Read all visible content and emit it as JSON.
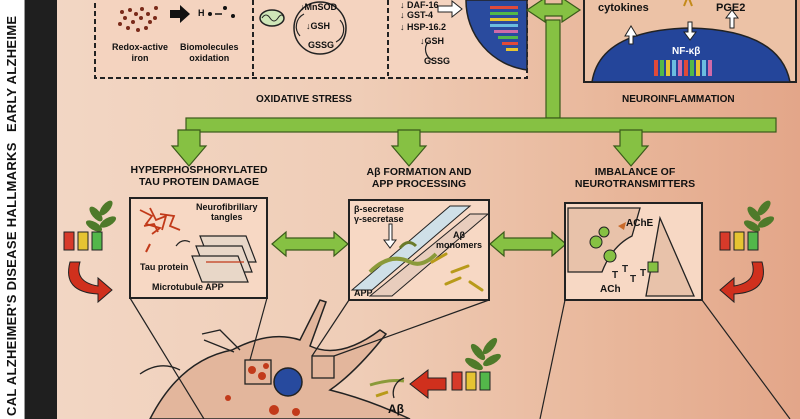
{
  "sidebar": {
    "early_label": "EARLY ALZHEIME",
    "hallmarks_label": "CAL ALZHEIMER'S DISEASE HALLMARKS"
  },
  "oxidative": {
    "title": "OXIDATIVE STRESS",
    "redox": "Redox-active\niron",
    "bio": "Biomolecules\noxidation",
    "h_label": "H",
    "mnsod": "↓MnSOD",
    "gsh1": "↓GSH",
    "gssg1": "GSSG",
    "daf": "↓ DAF-16",
    "gst": "↓ GST-4",
    "hsp": "↓ HSP-16.2",
    "gsh2": "↓GSH",
    "gssg2": "GSSG"
  },
  "neuro": {
    "title": "NEUROINFLAMMATION",
    "cytokines": "cytokines",
    "pge2": "PGE2",
    "nfkb": "NF-κβ"
  },
  "tau": {
    "title": "HYPERPHOSPHORYLATED\nTAU PROTEIN DAMAGE",
    "tangles": "Neurofibrillary\ntangles",
    "tau_protein": "Tau protein",
    "microtubule": "Microtubule APP"
  },
  "abeta": {
    "title": "Aβ FORMATION AND\nAPP PROCESSING",
    "secretases": "β-secretase\nγ-secretase",
    "monomers": "Aβ\nmonomers",
    "app": "APP",
    "bottom_label": "Aβ"
  },
  "neurotrans": {
    "title": "IMBALANCE OF\nNEUROTRANSMITTERS",
    "ache": "AChE",
    "ach": "ACh"
  },
  "colors": {
    "green_arrow": "#86c143",
    "red_arrow": "#d0301d",
    "nucleus_blue": "#274a9e",
    "tangle_red": "#c23a1a",
    "neuron_fill": "#e3b69c"
  }
}
